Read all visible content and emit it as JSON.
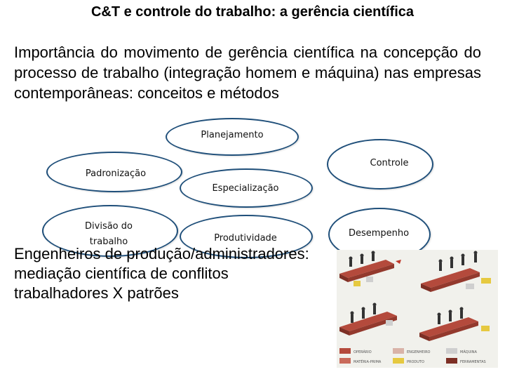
{
  "title": "C&T e controle do trabalho: a gerência científica",
  "intro": "Importância do movimento de gerência científica na concepção do processo de trabalho (integração homem e máquina) nas empresas contemporâneas: conceitos e métodos",
  "diagram": {
    "planejamento": "Planejamento",
    "controle": "Controle",
    "padronizacao": "Padronização",
    "especializacao": "Especialização",
    "divisao_line1": "Divisão do",
    "divisao_line2": "trabalho",
    "produtividade": "Produtividade",
    "desempenho": "Desempenho"
  },
  "footer": {
    "line1": "Engenheiros de produção/administradores:",
    "line2": "mediação científica de conflitos",
    "line3": "trabalhadores X patrões"
  },
  "illustration": {
    "icon": "assembly-line-workers-illustration",
    "legend": [
      "OPERÁRIO",
      "ENGENHEIRO",
      "MÁQUINA",
      "MATÉRIA-PRIMA",
      "PRODUTO",
      "FERRAMENTAS"
    ]
  }
}
